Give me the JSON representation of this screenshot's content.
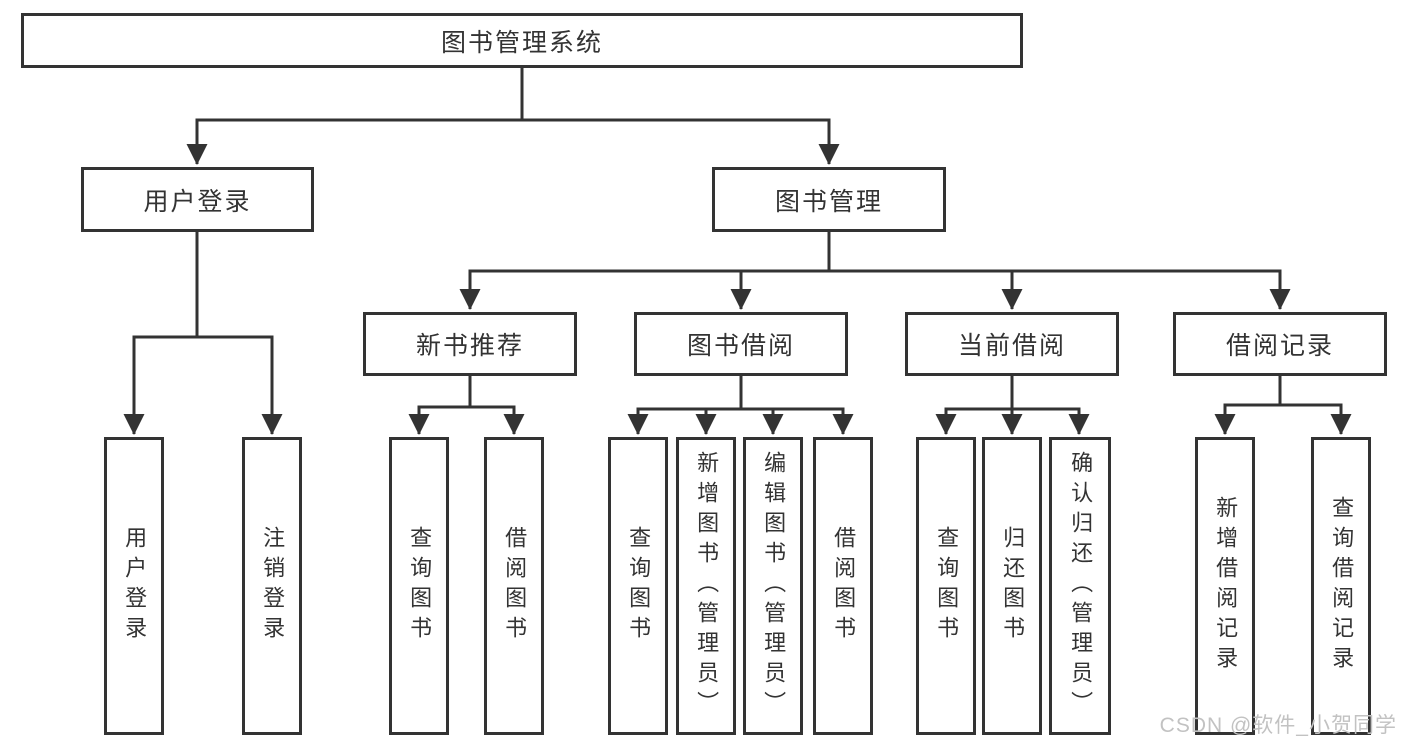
{
  "colors": {
    "line": "#333333",
    "text": "#333333",
    "box_background": "#ffffff",
    "watermark_text": "#c2c2c2"
  },
  "tree": {
    "root": {
      "label": "图书管理系统"
    },
    "branches": [
      {
        "label": "用户登录",
        "leaves": [
          "用户登录",
          "注销登录"
        ]
      },
      {
        "label": "图书管理",
        "groups": [
          {
            "label": "新书推荐",
            "leaves": [
              "查询图书",
              "借阅图书"
            ]
          },
          {
            "label": "图书借阅",
            "leaves": [
              "查询图书",
              "新增图书（管理员）",
              "编辑图书（管理员）",
              "借阅图书"
            ]
          },
          {
            "label": "当前借阅",
            "leaves": [
              "查询图书",
              "归还图书",
              "确认归还（管理员）"
            ]
          },
          {
            "label": "借阅记录",
            "leaves": [
              "新增借阅记录",
              "查询借阅记录"
            ]
          }
        ]
      }
    ]
  },
  "watermark": {
    "text": "CSDN @软件_小贺同学"
  }
}
